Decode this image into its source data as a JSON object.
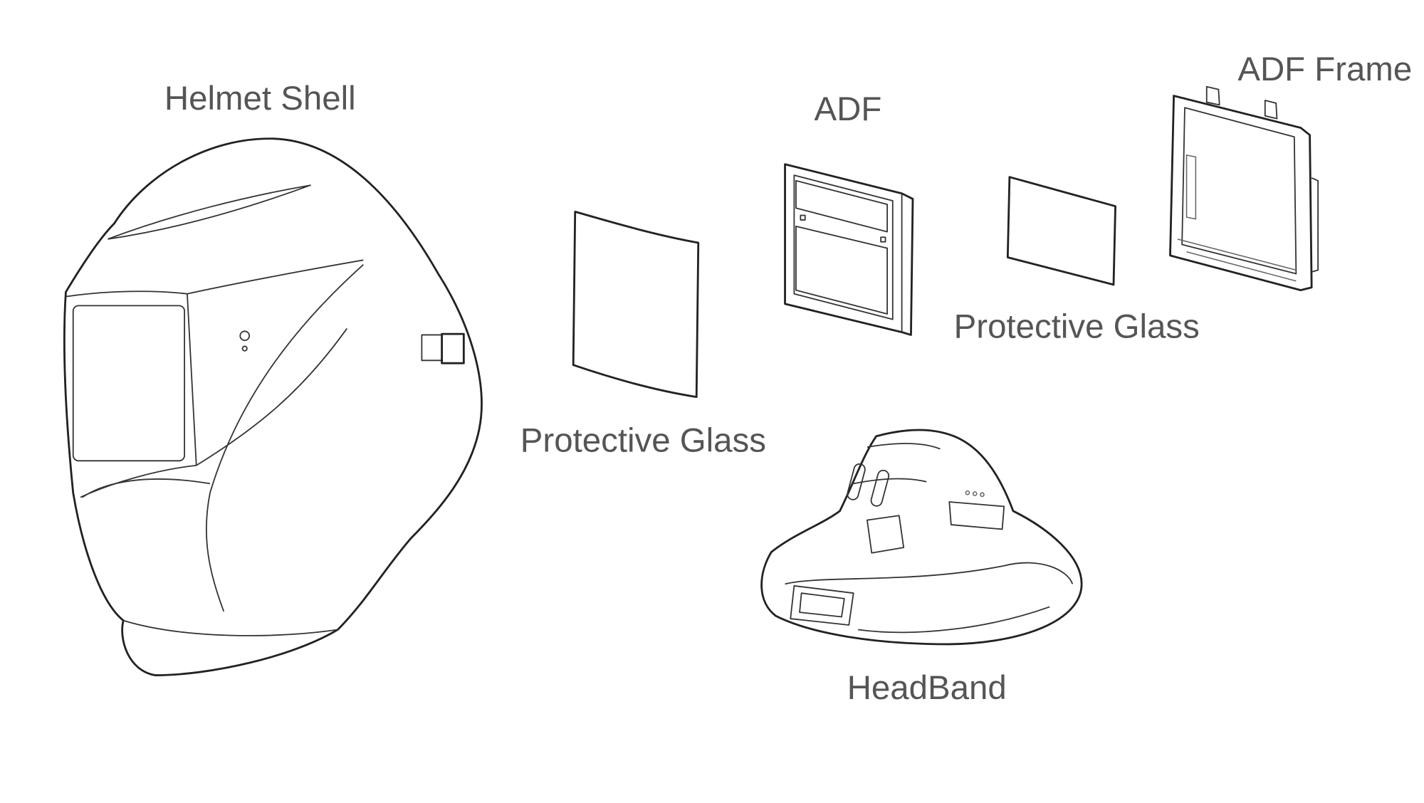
{
  "diagram": {
    "title": "Welding helmet components",
    "parts": {
      "helmet_shell": "Helmet Shell",
      "protective_glass_outer": "Protective Glass",
      "adf": "ADF",
      "protective_glass_inner": "Protective Glass",
      "adf_frame": "ADF Frame",
      "headband": "HeadBand"
    }
  }
}
